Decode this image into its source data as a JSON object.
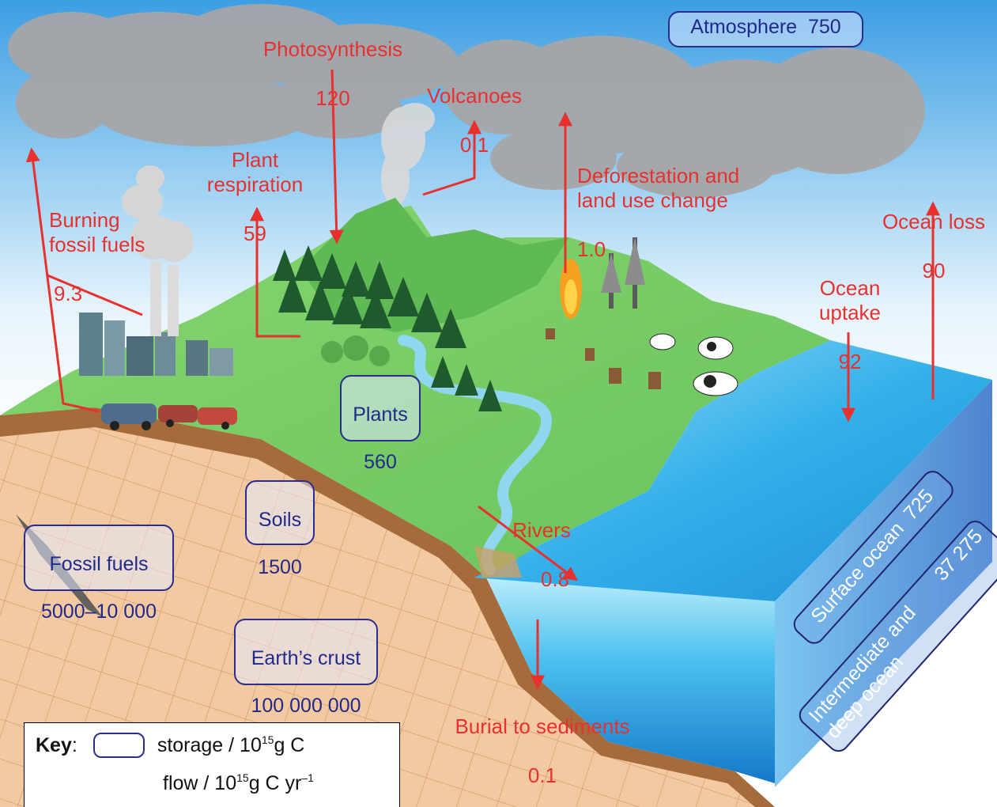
{
  "flows": {
    "photosynthesis": {
      "name": "Photosynthesis",
      "value": "120"
    },
    "volcanoes": {
      "name": "Volcanoes",
      "value": "0.1"
    },
    "deforestation": {
      "name": "Deforestation and\nland use change",
      "value": "1.0"
    },
    "plant_respiration": {
      "name": "Plant\nrespiration",
      "value": "59"
    },
    "burning_fossil_fuels": {
      "name": "Burning\nfossil fuels",
      "value": "9.3"
    },
    "ocean_loss": {
      "name": "Ocean loss",
      "value": "90"
    },
    "ocean_uptake": {
      "name": "Ocean\nuptake",
      "value": "92"
    },
    "rivers": {
      "name": "Rivers",
      "value": "0.8"
    },
    "burial": {
      "name": "Burial to sediments",
      "value": "0.1"
    }
  },
  "stores": {
    "atmosphere": {
      "name": "Atmosphere",
      "value": "750"
    },
    "plants": {
      "name": "Plants",
      "value": "560"
    },
    "soils": {
      "name": "Soils",
      "value": "1500"
    },
    "fossil_fuels": {
      "name": "Fossil fuels",
      "value": "5000–10 000"
    },
    "earths_crust": {
      "name": "Earth’s crust",
      "value": "100 000 000"
    },
    "surface_ocean": {
      "name": "Surface ocean",
      "value": "725"
    },
    "deep_ocean": {
      "name": "Intermediate and\ndeep ocean",
      "value": "37 275"
    }
  },
  "key": {
    "title": "Key",
    "storage_label": "storage / 10",
    "storage_exp": "15",
    "storage_unit": "g C",
    "flow_label": "flow / 10",
    "flow_exp": "15",
    "flow_unit": "g C yr",
    "flow_unit_exp": "–1"
  },
  "colors": {
    "flow_arrow": "#e8312f",
    "store_border": "#2a2d8c",
    "land": "#7ccf6a",
    "ocean": "#2a9ee0",
    "crust": "#f3c9a2",
    "sky_top": "#4fa7e4",
    "cloud": "#a7a7a9"
  }
}
